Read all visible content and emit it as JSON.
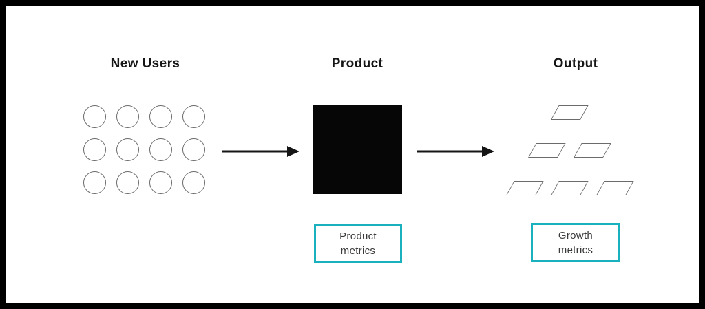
{
  "frame": {
    "border_color": "#000000",
    "background": "#ffffff"
  },
  "accent_color": "#1ab0bd",
  "shape_outline_color": "#6b6b6b",
  "columns": {
    "new_users": {
      "title": "New Users",
      "shape": "circle-grid",
      "grid_rows": 3,
      "grid_cols": 4
    },
    "product": {
      "title": "Product",
      "shape": "filled-black-square"
    },
    "output": {
      "title": "Output",
      "shape": "parallelogram-pyramid",
      "pyramid_rows": [
        1,
        2,
        3
      ]
    }
  },
  "arrows": [
    {
      "from": "new_users",
      "to": "product",
      "direction": "right"
    },
    {
      "from": "product",
      "to": "output",
      "direction": "right"
    }
  ],
  "metric_boxes": {
    "product": {
      "line1": "Product",
      "line2": "metrics"
    },
    "growth": {
      "line1": "Growth",
      "line2": "metrics"
    }
  }
}
